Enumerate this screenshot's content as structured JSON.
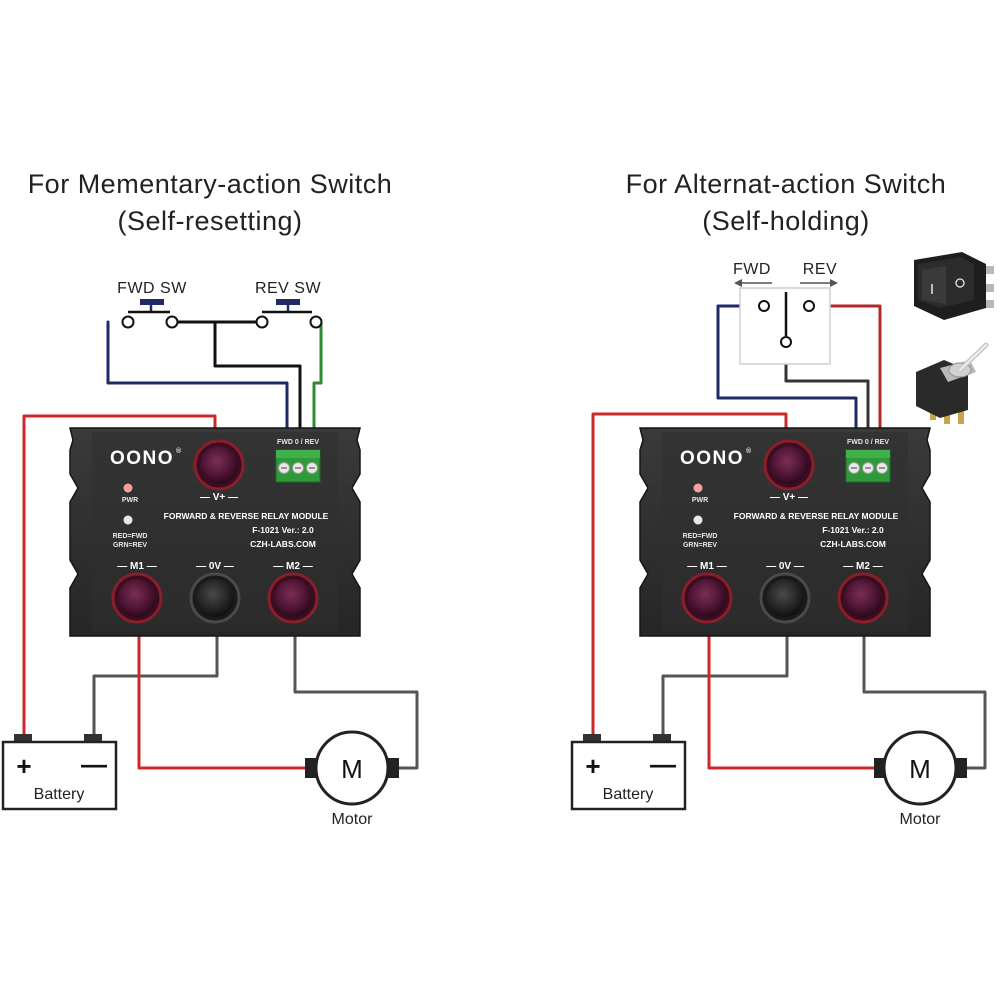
{
  "left_panel": {
    "title_line1": "For Mementary-action Switch",
    "title_line2": "(Self-resetting)",
    "switch_fwd_label": "FWD SW",
    "switch_rev_label": "REV SW"
  },
  "right_panel": {
    "title_line1": "For Alternat-action Switch",
    "title_line2": "(Self-holding)",
    "switch_fwd_label": "FWD",
    "switch_rev_label": "REV"
  },
  "module": {
    "brand": "OONO",
    "registered": "®",
    "pwr_label": "PWR",
    "led_legend_line1": "RED=FWD",
    "led_legend_line2": "GRN=REV",
    "vplus_label": "— V+ —",
    "name": "FORWARD & REVERSE RELAY MODULE",
    "model": "F-1021   Ver.: 2.0",
    "website": "CZH-LABS.COM",
    "m1_label": "— M1 —",
    "ov_label": "— 0V —",
    "m2_label": "— M2 —",
    "terminal_label": "FWD 0 / REV"
  },
  "battery": {
    "label": "Battery",
    "plus": "+",
    "minus": "—"
  },
  "motor": {
    "label": "Motor",
    "symbol": "M"
  },
  "colors": {
    "wire_red": "#cc2a2a",
    "wire_gray": "#555555",
    "wire_blue": "#1f2a66",
    "wire_green": "#2e8b2e",
    "module_body": "#2d2d2d",
    "terminal_block": "#2f9a3a"
  }
}
